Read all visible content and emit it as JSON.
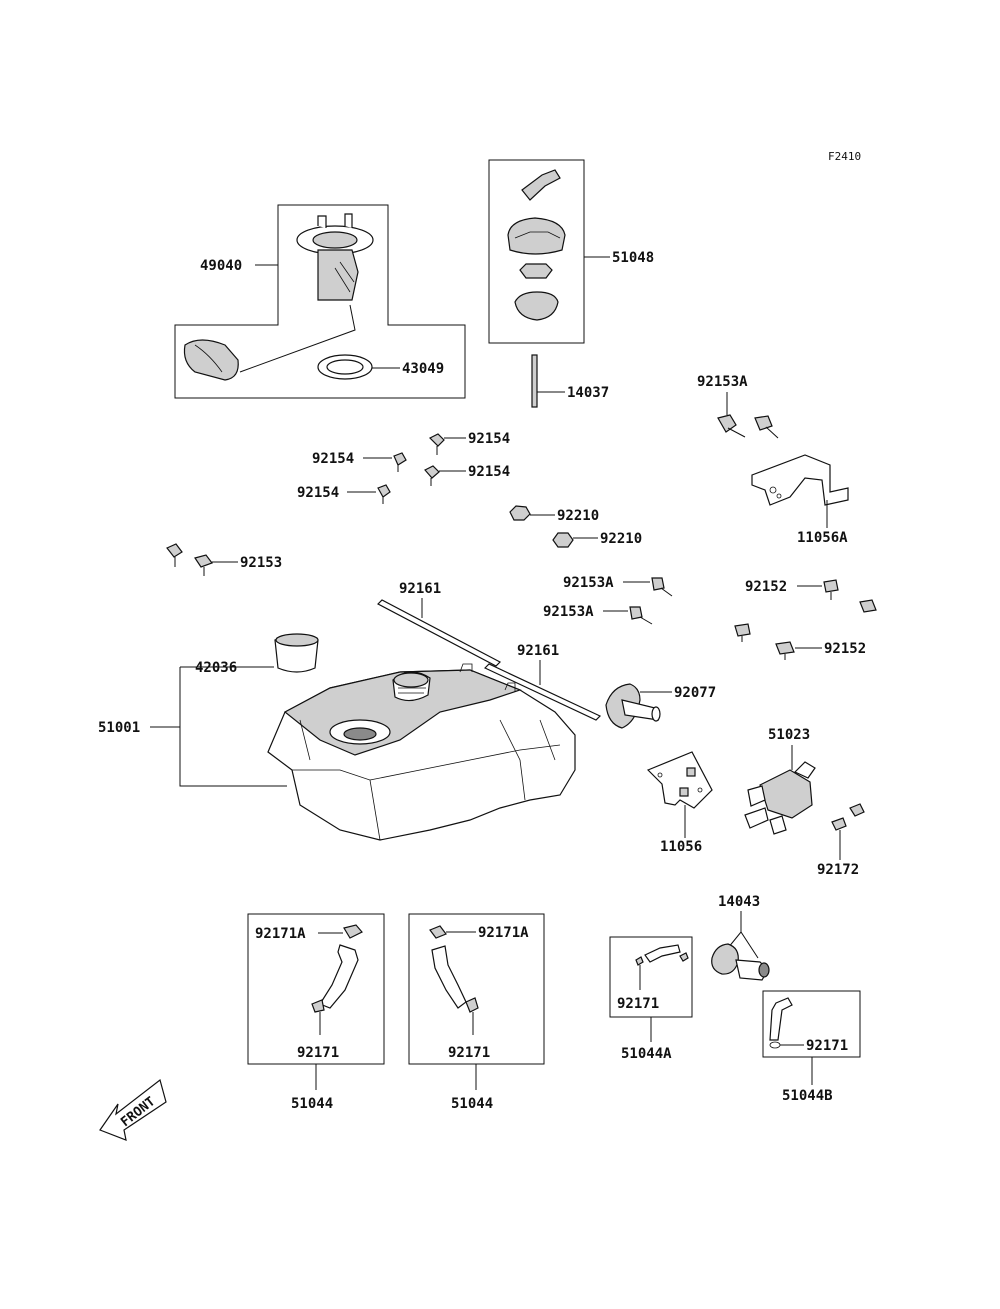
{
  "diagram": {
    "figure_code": "F2410",
    "front_label": "FRONT",
    "labels": [
      {
        "id": "49040",
        "text": "49040"
      },
      {
        "id": "43049",
        "text": "43049"
      },
      {
        "id": "51048",
        "text": "51048"
      },
      {
        "id": "14037",
        "text": "14037"
      },
      {
        "id": "92153A_top",
        "text": "92153A"
      },
      {
        "id": "92154_a",
        "text": "92154"
      },
      {
        "id": "92154_b",
        "text": "92154"
      },
      {
        "id": "92154_c",
        "text": "92154"
      },
      {
        "id": "92154_d",
        "text": "92154"
      },
      {
        "id": "92210_a",
        "text": "92210"
      },
      {
        "id": "92210_b",
        "text": "92210"
      },
      {
        "id": "11056A",
        "text": "11056A"
      },
      {
        "id": "92153",
        "text": "92153"
      },
      {
        "id": "92161_a",
        "text": "92161"
      },
      {
        "id": "92161_b",
        "text": "92161"
      },
      {
        "id": "92153A_a",
        "text": "92153A"
      },
      {
        "id": "92153A_b",
        "text": "92153A"
      },
      {
        "id": "92152_a",
        "text": "92152"
      },
      {
        "id": "92152_b",
        "text": "92152"
      },
      {
        "id": "42036",
        "text": "42036"
      },
      {
        "id": "51001",
        "text": "51001"
      },
      {
        "id": "92077",
        "text": "92077"
      },
      {
        "id": "51023",
        "text": "51023"
      },
      {
        "id": "11056",
        "text": "11056"
      },
      {
        "id": "92172",
        "text": "92172"
      },
      {
        "id": "14043",
        "text": "14043"
      },
      {
        "id": "92171A_a",
        "text": "92171A"
      },
      {
        "id": "92171A_b",
        "text": "92171A"
      },
      {
        "id": "92171_a",
        "text": "92171"
      },
      {
        "id": "92171_b",
        "text": "92171"
      },
      {
        "id": "92171_c",
        "text": "92171"
      },
      {
        "id": "92171_d",
        "text": "92171"
      },
      {
        "id": "51044_a",
        "text": "51044"
      },
      {
        "id": "51044_b",
        "text": "51044"
      },
      {
        "id": "51044A",
        "text": "51044A"
      },
      {
        "id": "51044B",
        "text": "51044B"
      }
    ]
  }
}
